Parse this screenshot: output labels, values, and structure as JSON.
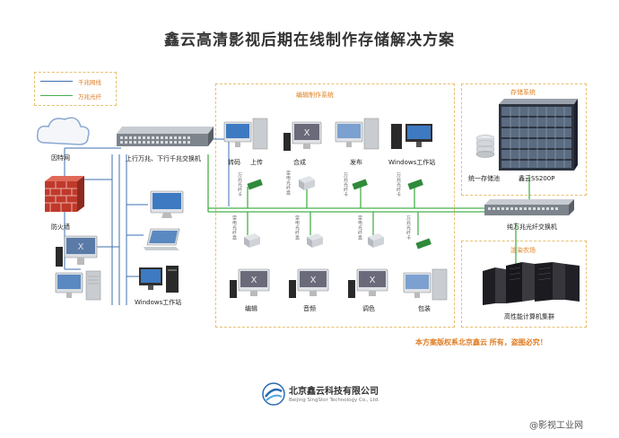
{
  "title": "鑫云高清影视后期在线制作存储解决方案",
  "legend": {
    "items": [
      {
        "label": "千兆网线",
        "color": "#3f6fb0"
      },
      {
        "label": "万兆光纤",
        "color": "#48b04c"
      }
    ]
  },
  "left": {
    "internet": "因特网",
    "firewall": "防火墙",
    "switch": "上行万兆、下行千兆交换机",
    "workstation": "Windows工作站"
  },
  "editing": {
    "title": "编辑制作系统",
    "top_clients": [
      "转码",
      "上传",
      "合成",
      "发布",
      "Windows工作站"
    ],
    "bottom_clients": [
      "编辑",
      "音频",
      "调色",
      "包装"
    ],
    "card_label": "万兆光纤卡",
    "device_label": "雷电光纤盒"
  },
  "storage": {
    "title": "存储系统",
    "unified": "统一存储池",
    "model": "鑫云SS200P",
    "switch": "纯万兆光纤交换机"
  },
  "render": {
    "title": "渲染农场",
    "cluster": "高性能计算机集群"
  },
  "copyright": "本方案版权系北京鑫云 所有，盗图必究！",
  "company": {
    "name_cn": "北京鑫云科技有限公司",
    "name_en": "Beijing SingStor Technology Co., Ltd."
  },
  "watermark": "@影视工业网",
  "colors": {
    "gigabit": "#3f6fb0",
    "fiber": "#48b04c",
    "accent": "#e07a20",
    "box_border": "#e8c070"
  }
}
